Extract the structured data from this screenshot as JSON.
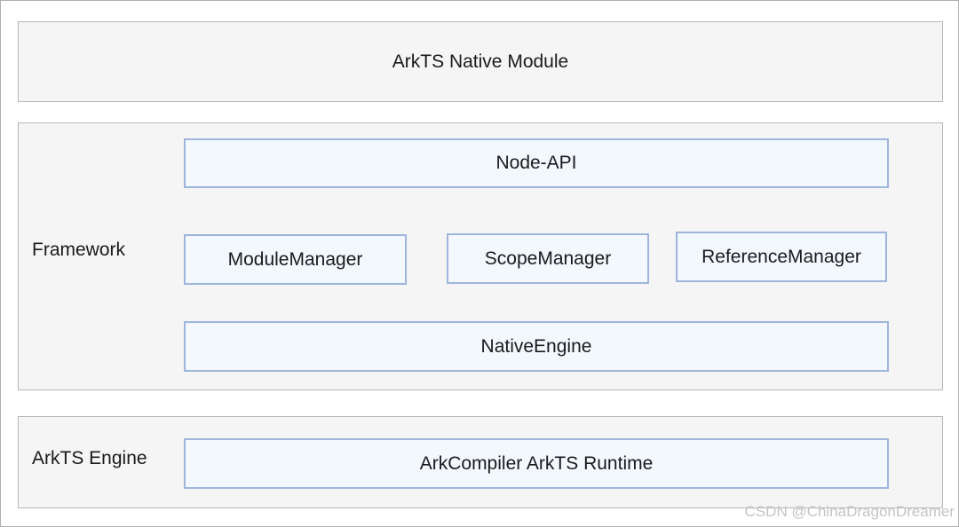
{
  "native_module": {
    "label": "ArkTS Native Module"
  },
  "framework": {
    "label": "Framework",
    "node_api": "Node-API",
    "module_manager": "ModuleManager",
    "scope_manager": "ScopeManager",
    "reference_manager": "ReferenceManager",
    "native_engine": "NativeEngine"
  },
  "engine": {
    "label": "ArkTS Engine",
    "runtime": "ArkCompiler ArkTS Runtime"
  },
  "watermark": "CSDN @ChinaDragonDreamer"
}
